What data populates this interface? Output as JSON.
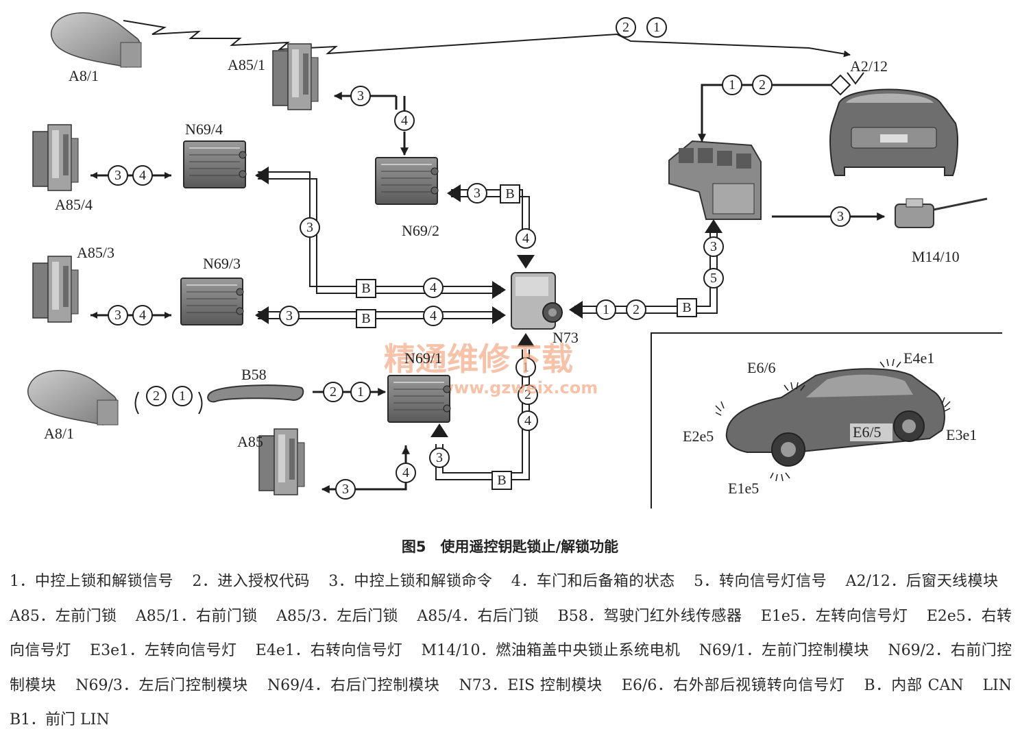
{
  "labels": {
    "a8_1_top": "A8/1",
    "a8_1_bottom": "A8/1",
    "a85_1": "A85/1",
    "a85_4": "A85/4",
    "a85_3": "A85/3",
    "a85": "A85",
    "n69_4": "N69/4",
    "n69_2": "N69/2",
    "n69_3": "N69/3",
    "n69_1": "N69/1",
    "n73": "N73",
    "b58": "B58",
    "a2_12": "A2/12",
    "m14_10": "M14/10",
    "e6_6": "E6/6",
    "e4e1": "E4e1",
    "e2e5": "E2e5",
    "e3e1": "E3e1",
    "e6_5": "E6/5",
    "e1e5": "E1e5"
  },
  "signal_markers": {
    "one": "1",
    "two": "2",
    "three": "3",
    "four": "4",
    "five": "5",
    "bus": "B"
  },
  "watermark": {
    "main": "精通维修下载",
    "url": "www.gzweix.com"
  },
  "caption": "图5　使用遥控钥匙锁止/解锁功能",
  "legend": [
    "1．中控上锁和解锁信号",
    "2．进入授权代码",
    "3．中控上锁和解锁命令",
    "4．车门和后备箱的状态",
    "5．转向信号灯信号",
    "A2/12．后窗天线模块",
    "A85．左前门锁",
    "A85/1．右前门锁",
    "A85/3．左后门锁",
    "A85/4．右后门锁",
    "B58．驾驶门红外线传感器",
    "E1e5．左转向信号灯",
    "E2e5．右转向信号灯",
    "E3e1．左转向信号灯",
    "E4e1．右转向信号灯",
    "M14/10．燃油箱盖中央锁止系统电机",
    "N69/1．左前门控制模块",
    "N69/2．右前门控制模块",
    "N69/3．左后门控制模块",
    "N69/4．右后门控制模块",
    "N73．EIS 控制模块",
    "E6/6．右外部后视镜转向信号灯",
    "B．内部 CAN",
    "LIN B1．前门 LIN"
  ]
}
